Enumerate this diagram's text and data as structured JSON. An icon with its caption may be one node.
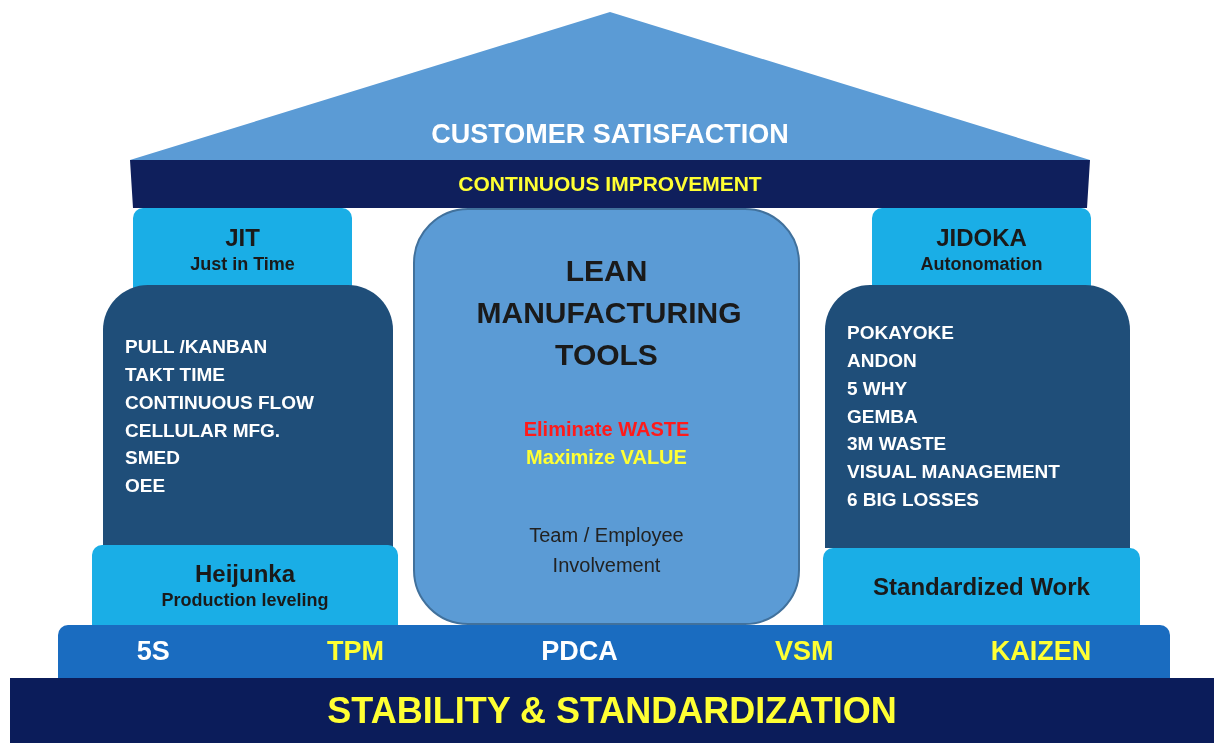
{
  "diagram": {
    "nodes": [
      {
        "text": [
          "CUSTOMER SATISFACTION"
        ]
      },
      {
        "text": [
          "CONTINUOUS IMPROVEMENT"
        ]
      },
      {
        "text": [
          "JIT",
          "Just in Time"
        ]
      },
      {
        "text": [
          "PULL /KANBAN",
          "TAKT TIME",
          "CONTINUOUS FLOW",
          "CELLULAR MFG.",
          "SMED",
          "OEE"
        ]
      },
      {
        "text": [
          "LEAN MANUFACTURING TOOLS",
          "Eliminate WASTE",
          "Maximize VALUE",
          "Team / Employee Involvement"
        ]
      },
      {
        "text": [
          "JIDOKA",
          "Autonomation"
        ]
      },
      {
        "text": [
          "POKAYOKE",
          "ANDON",
          "5 WHY",
          "GEMBA",
          "3M WASTE",
          "VISUAL MANAGEMENT",
          "6 BIG LOSSES"
        ]
      },
      {
        "text": [
          "Heijunka",
          "Production leveling"
        ]
      },
      {
        "text": [
          "Standardized Work"
        ]
      },
      {
        "text": [
          "5S",
          "TPM",
          "PDCA",
          "VSM",
          "KAIZEN"
        ]
      },
      {
        "text": [
          "STABILITY & STANDARDIZATION"
        ]
      }
    ],
    "edges": []
  }
}
